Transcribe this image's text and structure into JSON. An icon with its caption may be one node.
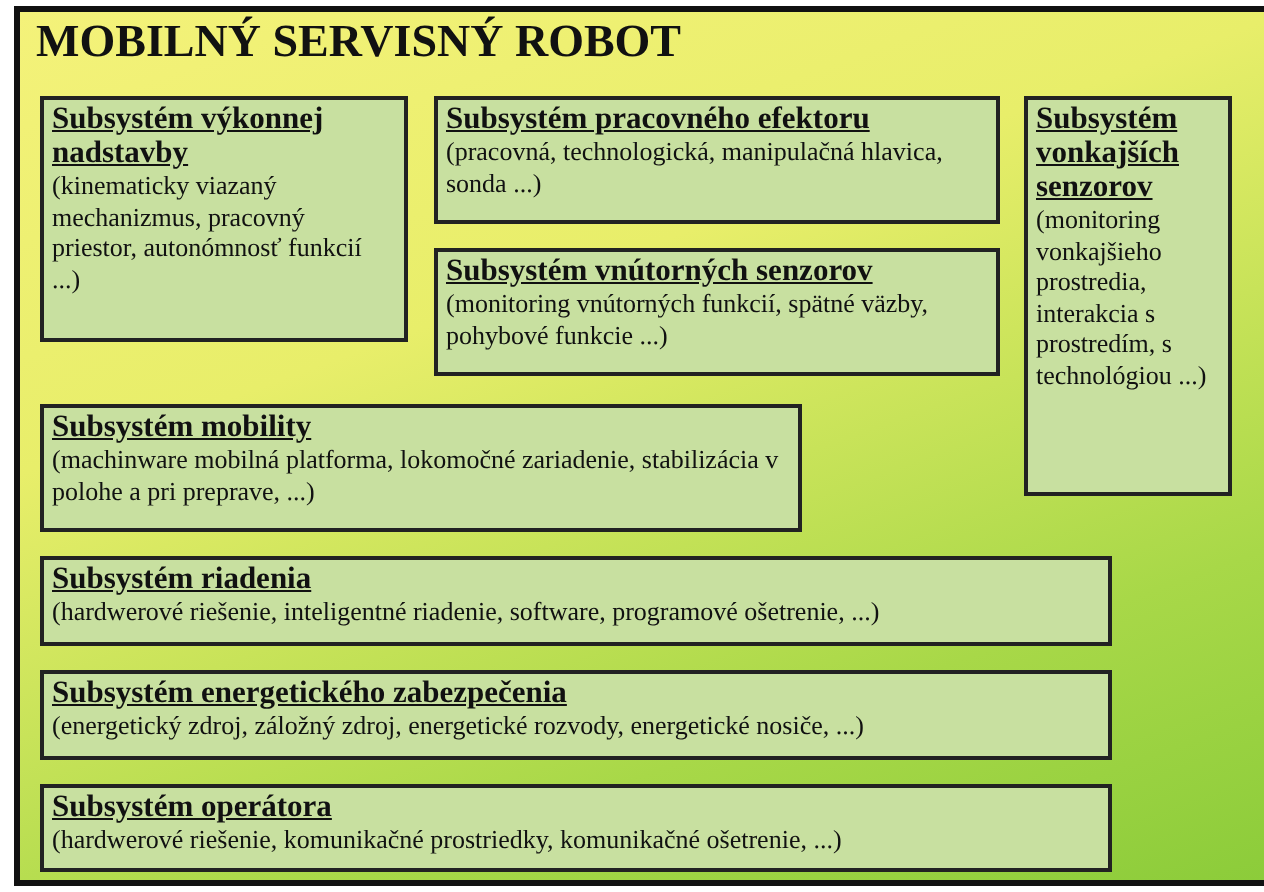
{
  "diagram": {
    "nodes": [
      {
        "text": [
          "MOBILNÝ SERVISNÝ ROBOT"
        ]
      },
      {
        "text": [
          "Subsystém výkonnej nadstavby",
          "(kinematicky viazaný mechanizmus, pracovný priestor, autonómnosť funkcií ...)"
        ],
        "in": 0
      },
      {
        "text": [
          "Subsystém pracovného efektoru",
          "(pracovná, technologická, manipulačná hlavica, sonda ...)"
        ],
        "in": 0
      },
      {
        "text": [
          "Subsystém vonkajších senzorov",
          "(monitoring vonkajšieho prostredia, interakcia s prostredím, s technológiou ...)"
        ],
        "in": 0
      },
      {
        "text": [
          "Subsystém vnútorných senzorov",
          "(monitoring vnútorných funkcií, spätné väzby, pohybové funkcie ...)"
        ],
        "in": 0
      },
      {
        "text": [
          "Subsystém mobility",
          "(machinware mobilná platforma, lokomočné zariadenie, stabilizácia v polohe a pri preprave, ...)"
        ],
        "in": 0
      },
      {
        "text": [
          "Subsystém riadenia",
          "(hardwerové riešenie, inteligentné riadenie, software, programové ošetrenie, ...)"
        ],
        "in": 0
      },
      {
        "text": [
          "Subsystém energetického zabezpečenia",
          "(energetický zdroj, záložný zdroj, energetické rozvody, energetické nosiče, ...)"
        ],
        "in": 0
      },
      {
        "text": [
          "Subsystém operátora",
          "(hardwerové riešenie, komunikačné prostriedky, komunikačné ošetrenie, ...)"
        ],
        "in": 0
      }
    ]
  }
}
